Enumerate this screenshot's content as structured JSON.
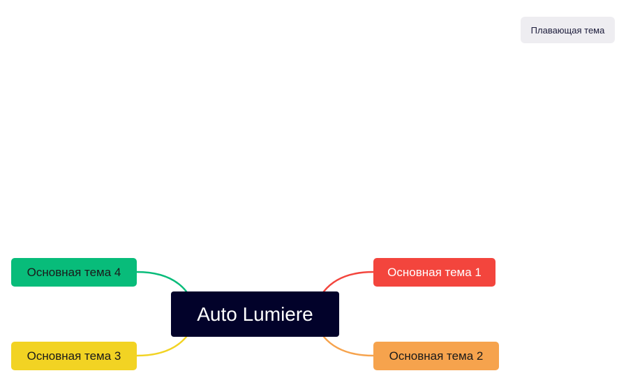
{
  "central": {
    "label": "Auto Lumiere",
    "color": "#02022a",
    "text_color": "#ffffff"
  },
  "topics": [
    {
      "id": "topic-1",
      "label": "Основная тема 1",
      "color": "#f3453d",
      "text_color": "#ffffff",
      "side": "right"
    },
    {
      "id": "topic-2",
      "label": "Основная тема 2",
      "color": "#f6a34d",
      "text_color": "#1a1a1a",
      "side": "right"
    },
    {
      "id": "topic-3",
      "label": "Основная тема 3",
      "color": "#f2d323",
      "text_color": "#1a1a1a",
      "side": "left"
    },
    {
      "id": "topic-4",
      "label": "Основная тема 4",
      "color": "#08bc7a",
      "text_color": "#1a1a1a",
      "side": "left"
    }
  ],
  "floating": {
    "label": "Плавающая тема",
    "color": "#eeedf1"
  }
}
